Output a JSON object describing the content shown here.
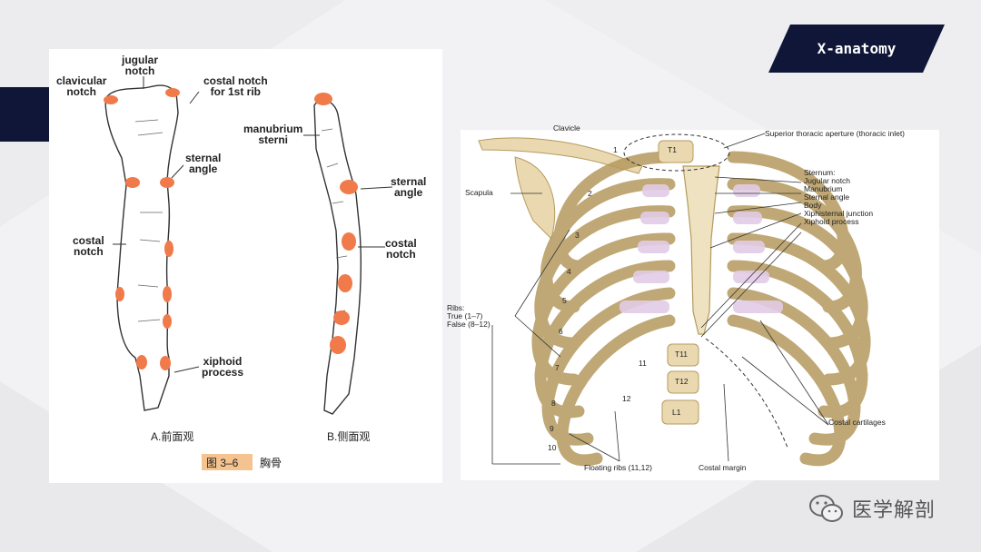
{
  "badge": {
    "label": "X-anatomy",
    "color": "#0f1638"
  },
  "left_figure": {
    "labels": {
      "jugular_notch": "jugular\nnotch",
      "clavicular_notch": "clavicular\nnotch",
      "costal_notch_1st": "costal notch\nfor 1st rib",
      "sternal_angle_a": "sternal\nangle",
      "costal_notch_a": "costal\nnotch",
      "xiphoid_process": "xiphoid\nprocess",
      "manubrium_sterni": "manubrium\nsterni",
      "sternal_angle_b": "sternal\nangle",
      "costal_notch_b": "costal\nnotch"
    },
    "caption_a": "A.前面观",
    "caption_b": "B.侧面观",
    "figure_number": "图 3–6",
    "figure_title": "胸骨",
    "highlight_color": "#f07a4a"
  },
  "right_figure": {
    "labels": {
      "clavicle": "Clavicle",
      "superior_aperture": "Superior thoracic aperture (thoracic inlet)",
      "sternum_group": "Sternum:\nJugular notch\nManubrium\nSternal angle\nBody\nXiphisternal junction\nXiphoid process",
      "scapula": "Scapula",
      "ribs_group": "Ribs:\nTrue (1–7)\nFalse (8–12)",
      "costal_cartilages": "Costal cartilages",
      "floating_ribs": "Floating ribs (11,12)",
      "costal_margin": "Costal margin"
    },
    "vertebrae": [
      "T1",
      "T11",
      "T12",
      "L1"
    ],
    "rib_numbers": [
      "1",
      "2",
      "3",
      "4",
      "5",
      "6",
      "7",
      "8",
      "9",
      "10",
      "11",
      "12"
    ],
    "bone_color": "#ead9b0",
    "cartilage_color": "#e2cce6"
  },
  "watermark": {
    "text": "医学解剖",
    "icon": "wechat-icon"
  }
}
